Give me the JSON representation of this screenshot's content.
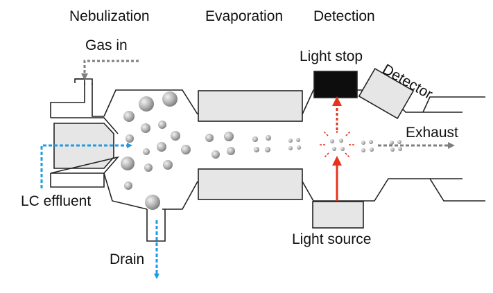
{
  "sections": {
    "nebulization": "Nebulization",
    "evaporation": "Evaporation",
    "detection": "Detection"
  },
  "labels": {
    "gas_in": "Gas in",
    "lc_effluent": "LC effluent",
    "drain": "Drain",
    "light_stop": "Light stop",
    "detector": "Detector",
    "exhaust": "Exhaust",
    "light_source": "Light source"
  },
  "colors": {
    "outline": "#222222",
    "block_fill": "#e6e6e6",
    "light_stop_fill": "#0d0d0d",
    "liquid_flow": "#1c9be0",
    "gas_flow": "#7f7f7f",
    "light_beam": "#e8321c",
    "droplet": "#a8a8a8"
  }
}
